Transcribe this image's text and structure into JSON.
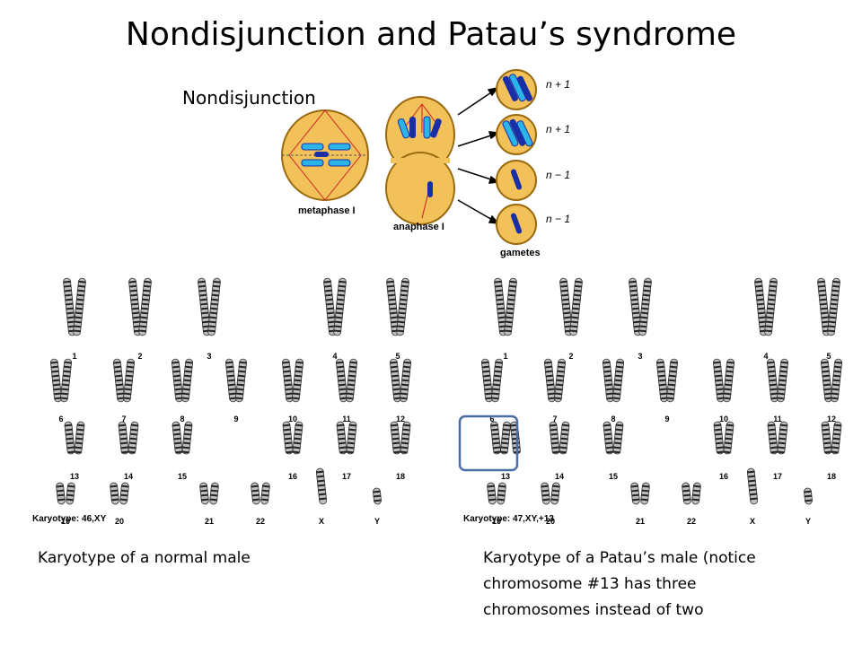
{
  "title": "Nondisjunction and Patau’s syndrome",
  "subheading": "Nondisjunction",
  "diagram": {
    "stage1_label": "metaphase I",
    "stage2_label": "anaphase I",
    "gametes_label": "gametes",
    "gamete_labels": [
      "n + 1",
      "n + 1",
      "n − 1",
      "n − 1"
    ],
    "colors": {
      "cell": "#f2c15a",
      "cell_border": "#9a6a10",
      "chromosome_dark": "#1a2ea8",
      "chromosome_light": "#2ab4e8",
      "spindle": "#cc2020"
    }
  },
  "karyotype_normal": {
    "pair_numbers": [
      "1",
      "2",
      "3",
      "4",
      "5",
      "6",
      "7",
      "8",
      "9",
      "10",
      "11",
      "12",
      "13",
      "14",
      "15",
      "16",
      "17",
      "18",
      "19",
      "20",
      "21",
      "22",
      "X",
      "Y"
    ],
    "karyotype_label": "Karyotype: 46,XY"
  },
  "karyotype_patau": {
    "pair_numbers": [
      "1",
      "2",
      "3",
      "4",
      "5",
      "6",
      "7",
      "8",
      "9",
      "10",
      "11",
      "12",
      "13",
      "14",
      "15",
      "16",
      "17",
      "18",
      "19",
      "20",
      "21",
      "22",
      "X",
      "Y"
    ],
    "karyotype_label": "Karyotype: 47,XY,+13",
    "highlight_color": "#4a6fa5"
  },
  "captions": {
    "normal": "Karyotype of a normal male",
    "patau_lines": [
      "Karyotype of a Patau’s male (notice",
      "chromosome #13 has three",
      "chromosomes instead of two"
    ]
  }
}
